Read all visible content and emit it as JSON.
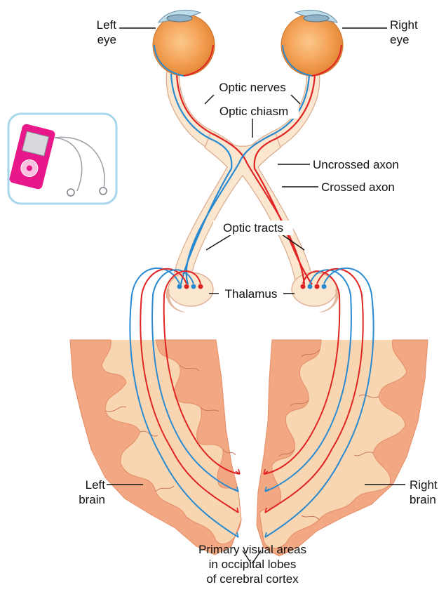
{
  "labels": {
    "left_eye": [
      "Left",
      "eye"
    ],
    "right_eye": [
      "Right",
      "eye"
    ],
    "optic_nerves": "Optic nerves",
    "optic_chiasm": "Optic chiasm",
    "uncrossed_axon": "Uncrossed axon",
    "crossed_axon": "Crossed axon",
    "optic_tracts": "Optic tracts",
    "thalamus": "Thalamus",
    "left_brain": [
      "Left",
      "brain"
    ],
    "right_brain": [
      "Right",
      "brain"
    ],
    "primary_visual": [
      "Primary visual areas",
      "in occipital lobes",
      "of cerebral cortex"
    ]
  },
  "icons": {
    "media_player": "ipod-icon"
  },
  "colors": {
    "crossed_fiber": "#e02424",
    "uncrossed_fiber": "#2a8ad0",
    "tract_fill": "#fbe7cf",
    "cortex_fill": "#f7cfa7",
    "gyrus_fill": "#f2a882",
    "eyeball": "#f39a4a",
    "ipod": "#e8178a"
  }
}
